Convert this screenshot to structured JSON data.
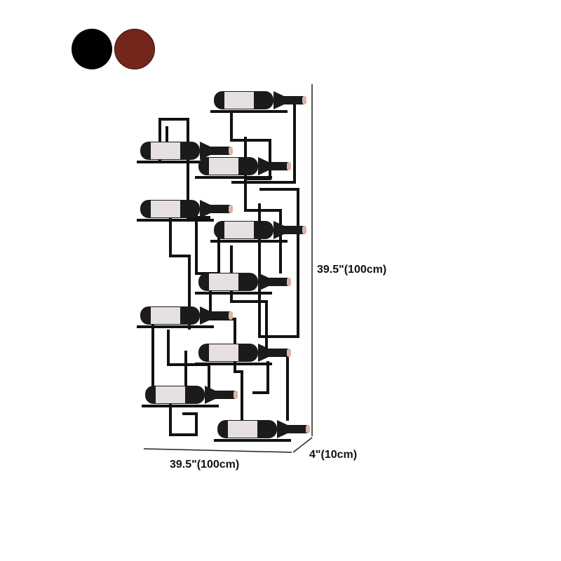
{
  "color_options": [
    {
      "name": "black",
      "hex": "#000000"
    },
    {
      "name": "brown",
      "hex": "#732619"
    }
  ],
  "dimensions": {
    "height": "39.5\"(100cm)",
    "width": "39.5\"(100cm)",
    "depth": "4\"(10cm)"
  },
  "product": {
    "bottle_count": 10,
    "frame_color": "#111111"
  }
}
